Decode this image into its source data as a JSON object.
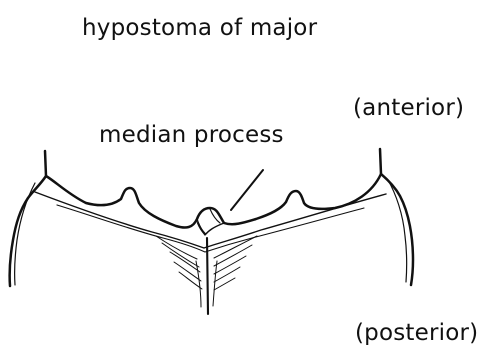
{
  "figure": {
    "title": "hypostoma of major",
    "labels": {
      "anterior": "(anterior)",
      "median_process": "median process",
      "posterior": "(posterior)"
    }
  }
}
